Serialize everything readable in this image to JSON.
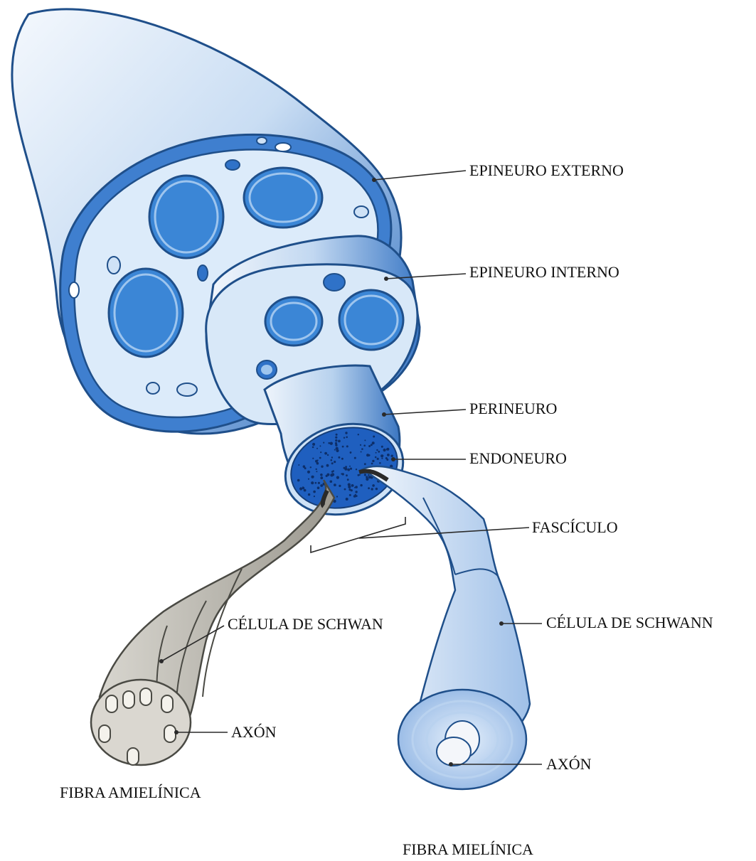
{
  "labels": {
    "epineuro_externo": "EPINEURO EXTERNO",
    "epineuro_interno": "EPINEURO INTERNO",
    "perineuro": "PERINEURO",
    "endoneuro": "ENDONEURO",
    "fasciculo": "FASCÍCULO",
    "celula_schwann_mielinica": "CÉLULA DE SCHWANN",
    "celula_schwan_amielinica": "CÉLULA DE SCHWAN",
    "axon_amielinica": "AXÓN",
    "axon_mielinica": "AXÓN",
    "fibra_amielinica": "FIBRA AMIELÍNICA",
    "fibra_mielinica": "FIBRA MIELÍNICA"
  },
  "colors": {
    "outline": "#1f4f8a",
    "epineurium_light": "#e6f0fb",
    "epineurium_mid": "#9fc2ea",
    "fascicle_blue": "#3a7fd0",
    "endoneurium": "#1f5fbf",
    "amyelinated_gray": "#b9b6ae",
    "myelinated_light": "#d9e8f8"
  }
}
